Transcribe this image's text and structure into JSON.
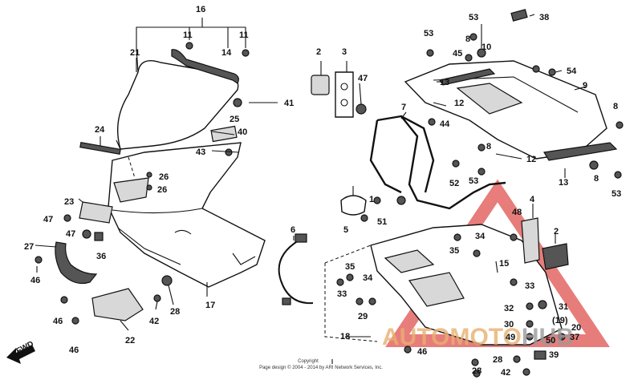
{
  "labels": {
    "fwd": "FWD"
  },
  "copyright": {
    "line1": "Copyright",
    "line2": "Page design © 2004 - 2014 by ARI Network Services, Inc."
  },
  "watermark": {
    "part1": "AUTOMOTO",
    "part2": "HUB"
  },
  "callouts": [
    "16",
    "11",
    "11",
    "21",
    "14",
    "41",
    "25",
    "24",
    "40",
    "43",
    "26",
    "26",
    "23",
    "47",
    "47",
    "27",
    "36",
    "46",
    "46",
    "46",
    "22",
    "42",
    "28",
    "17",
    "38",
    "53",
    "8",
    "10",
    "45",
    "53",
    "54",
    "2",
    "3",
    "47",
    "13",
    "9",
    "7",
    "12",
    "8",
    "44",
    "8",
    "12",
    "4",
    "13",
    "52",
    "53",
    "8",
    "53",
    "1",
    "51",
    "5",
    "6",
    "48",
    "2",
    "34",
    "35",
    "15",
    "35",
    "33",
    "34",
    "33",
    "29",
    "32",
    "31",
    "30",
    "(19)",
    "37",
    "20",
    "50",
    "49",
    "18",
    "46",
    "39",
    "28",
    "28",
    "42"
  ]
}
